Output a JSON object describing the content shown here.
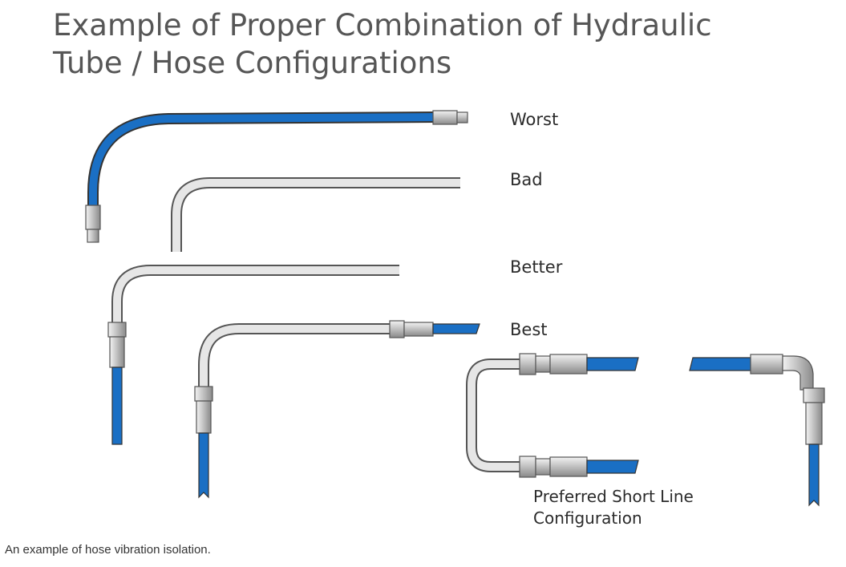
{
  "title": {
    "line1": "Example of Proper Combination of Hydraulic",
    "line2": "Tube / Hose Configurations"
  },
  "labels": {
    "worst": "Worst",
    "bad": "Bad",
    "better": "Better",
    "best": "Best"
  },
  "preferred": {
    "line1": "Preferred Short Line",
    "line2": "Configuration"
  },
  "caption": "An example of hose vibration isolation.",
  "colors": {
    "hose_blue": "#1a6fc4",
    "tube_gray": "#e6e6e6",
    "fitting_gray": "#b4b4b4",
    "outline": "#4a4a4a"
  }
}
